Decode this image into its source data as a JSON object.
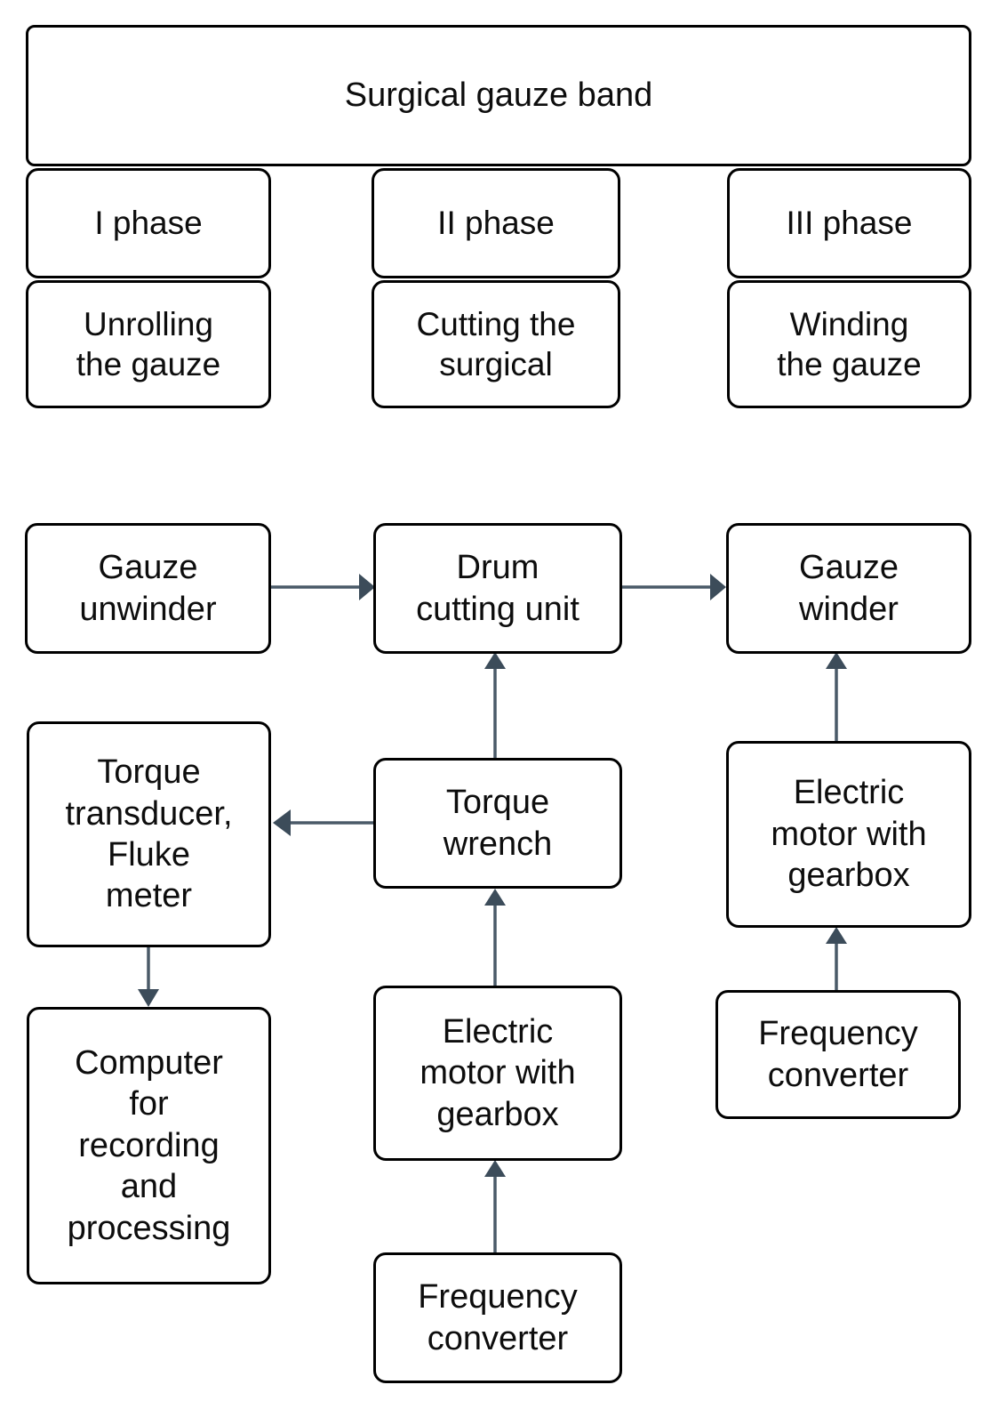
{
  "diagram": {
    "title_banner": "Surgical gauze band",
    "phase_headers": [
      {
        "label": "I phase"
      },
      {
        "label": "II phase"
      },
      {
        "label": "III phase"
      }
    ],
    "phase_actions": [
      {
        "label": "Unrolling\nthe gauze"
      },
      {
        "label": "Cutting the\nsurgical"
      },
      {
        "label": "Winding\nthe gauze"
      }
    ],
    "equipment": {
      "gauze_unwinder": "Gauze\nunwinder",
      "drum_cutting_unit": "Drum\ncutting unit",
      "gauze_winder": "Gauze\nwinder",
      "torque_transducer": "Torque\ntransducer,\nFluke\nmeter",
      "torque_wrench": "Torque\nwrench",
      "electric_motor_right": "Electric\nmotor with\ngearbox",
      "computer": "Computer\nfor\nrecording\nand\nprocessing",
      "electric_motor_middle": "Electric\nmotor with\ngearbox",
      "frequency_converter_right": "Frequency\nconverter",
      "frequency_converter_middle": "Frequency\nconverter"
    },
    "colors": {
      "node_border": "#000000",
      "node_fill": "#ffffff",
      "text": "#0d0d0d",
      "edge": "#4a5a68",
      "arrow_head": "#3c4c5a"
    }
  }
}
